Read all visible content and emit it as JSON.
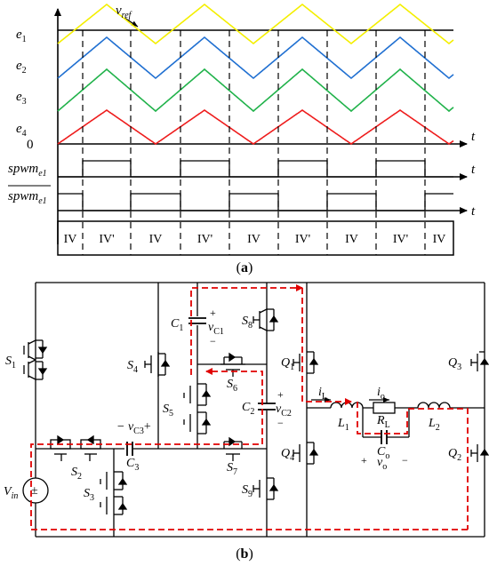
{
  "panel_a": {
    "caption": "(a)",
    "vref": "v",
    "vref_sub": "ref",
    "carriers": [
      {
        "name": "e",
        "sub": "1",
        "color": "#f4ef00"
      },
      {
        "name": "e",
        "sub": "2",
        "color": "#1f6fd1"
      },
      {
        "name": "e",
        "sub": "3",
        "color": "#20b24a"
      },
      {
        "name": "e",
        "sub": "4",
        "color": "#ee1c1c"
      }
    ],
    "zero_label": "0",
    "time_axis_label": "t",
    "spwm_label": "spwm",
    "spwm_sub": "e1",
    "mode_labels": [
      "IV",
      "IV'",
      "IV",
      "IV'",
      "IV",
      "IV'",
      "IV",
      "IV'",
      "IV"
    ]
  },
  "panel_b": {
    "caption": "(b)",
    "labels": {
      "S": "S",
      "Q": "Q",
      "C": "C",
      "L": "L",
      "R": "R",
      "i": "i",
      "v": "v",
      "Vin": "V",
      "Vin_sub": "in",
      "plus": "+",
      "minus": "−",
      "vC3_text": "− v",
      "vC3_sub": "C3",
      "vC3_plus": "+"
    },
    "switches": {
      "S1": "1",
      "S2": "2",
      "S3": "3",
      "S4": "4",
      "S5": "5",
      "S6": "6",
      "S7": "7",
      "S8": "8",
      "S9": "9"
    },
    "qs": {
      "Q1": "1",
      "Q2": "2",
      "Q3": "3",
      "Q4": "4"
    },
    "caps": {
      "C1": "1",
      "C2": "2",
      "C3": "3",
      "Co": "o"
    },
    "cap_voltages": {
      "vC1": "C1",
      "vC2": "C2",
      "vo": "o"
    },
    "inductors": {
      "L1": "1",
      "L2": "2"
    },
    "load": {
      "RL": "L"
    },
    "currents": {
      "iL": "L",
      "io": "o"
    }
  }
}
